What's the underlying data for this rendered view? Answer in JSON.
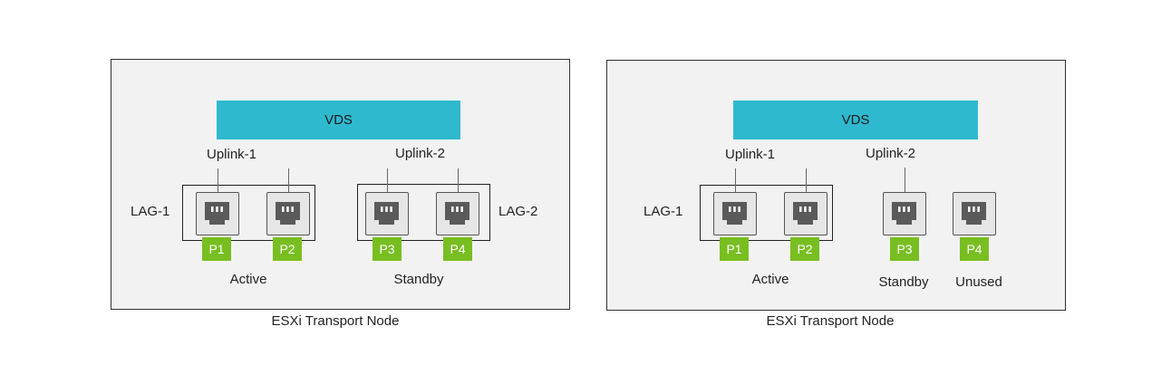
{
  "diagrams": [
    {
      "vds_label": "VDS",
      "uplink_1": "Uplink-1",
      "uplink_2": "Uplink-2",
      "lag_1": "LAG-1",
      "lag_2": "LAG-2",
      "ports": [
        "P1",
        "P2",
        "P3",
        "P4"
      ],
      "state_a": "Active",
      "state_b": "Standby",
      "caption": "ESXi Transport Node"
    },
    {
      "vds_label": "VDS",
      "uplink_1": "Uplink-1",
      "uplink_2": "Uplink-2",
      "lag_1": "LAG-1",
      "ports": [
        "P1",
        "P2",
        "P3",
        "P4"
      ],
      "state_a": "Active",
      "state_b": "Standby",
      "state_c": "Unused",
      "caption": "ESXi Transport Node"
    }
  ],
  "colors": {
    "vds": "#2fb9cf",
    "port_tag": "#78be21",
    "node_bg": "#f2f2f2"
  },
  "icons": {
    "port": "ethernet-port-icon"
  }
}
